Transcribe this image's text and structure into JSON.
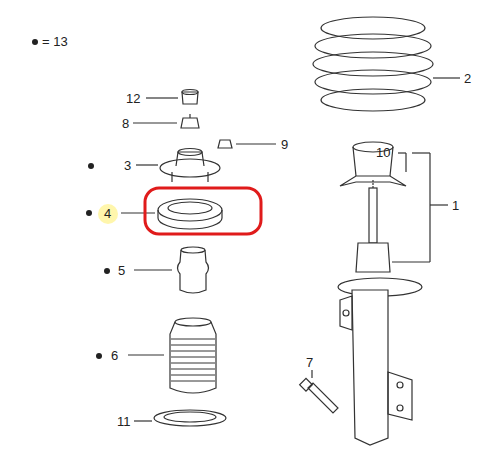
{
  "diagram": {
    "labels": [
      "12",
      "8",
      "3",
      "9",
      "4",
      "5",
      "6",
      "11",
      "10",
      "1",
      "2",
      "7"
    ],
    "legend": [
      {
        "text": "= 13"
      }
    ]
  }
}
